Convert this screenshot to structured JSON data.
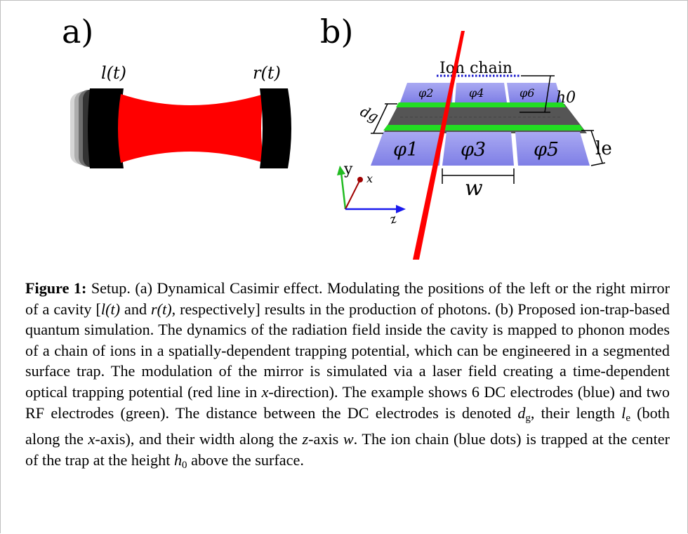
{
  "panels": {
    "a": {
      "label": "a)",
      "left_mirror": "l(t)",
      "right_mirror": "r(t)"
    },
    "b": {
      "label": "b)",
      "ion_chain": "Ion chain",
      "top_electrodes": [
        "φ2",
        "φ4",
        "φ6"
      ],
      "bottom_electrodes": [
        "φ1",
        "φ3",
        "φ5"
      ],
      "h0": "h0",
      "dg": "dg",
      "le": "le",
      "w": "w",
      "axes": {
        "y": "y",
        "x": "x",
        "z": "z"
      }
    }
  },
  "caption": {
    "label": "Figure 1:",
    "title": "Setup.",
    "part_a": "(a) Dynamical Casimir effect. Modulating the positions of the left or the right mirror of a cavity [",
    "lt": "l(t)",
    "and": " and ",
    "rt": "r(t)",
    "part_a_end": ", respectively] results in the production of photons.",
    "part_b": " (b) Proposed ion-trap-based quantum simulation. The dynamics of the radiation field inside the cavity is mapped to phonon modes of a chain of ions in a spatially-dependent trapping potential, which can be engineered in a segmented surface trap. The modulation of the mirror is simulated via a laser field creating a time-dependent optical trapping potential (red line in ",
    "x1": "x",
    "part_c": "-direction). The example shows 6 DC electrodes (blue) and two RF electrodes (green). The distance between the DC electrodes is denoted ",
    "dg": "d",
    "dg_sub": "g",
    "part_d": ", their length ",
    "le": "l",
    "le_sub": "e",
    "part_e": " (both along the ",
    "x2": "x",
    "part_f": "-axis), and their width along the ",
    "z": "z",
    "part_g": "-axis ",
    "w": "w",
    "part_h": ". The ion chain (blue dots) is trapped at the center of the trap at the height ",
    "h": "h",
    "h_sub": "0",
    "part_i": " above the surface."
  }
}
